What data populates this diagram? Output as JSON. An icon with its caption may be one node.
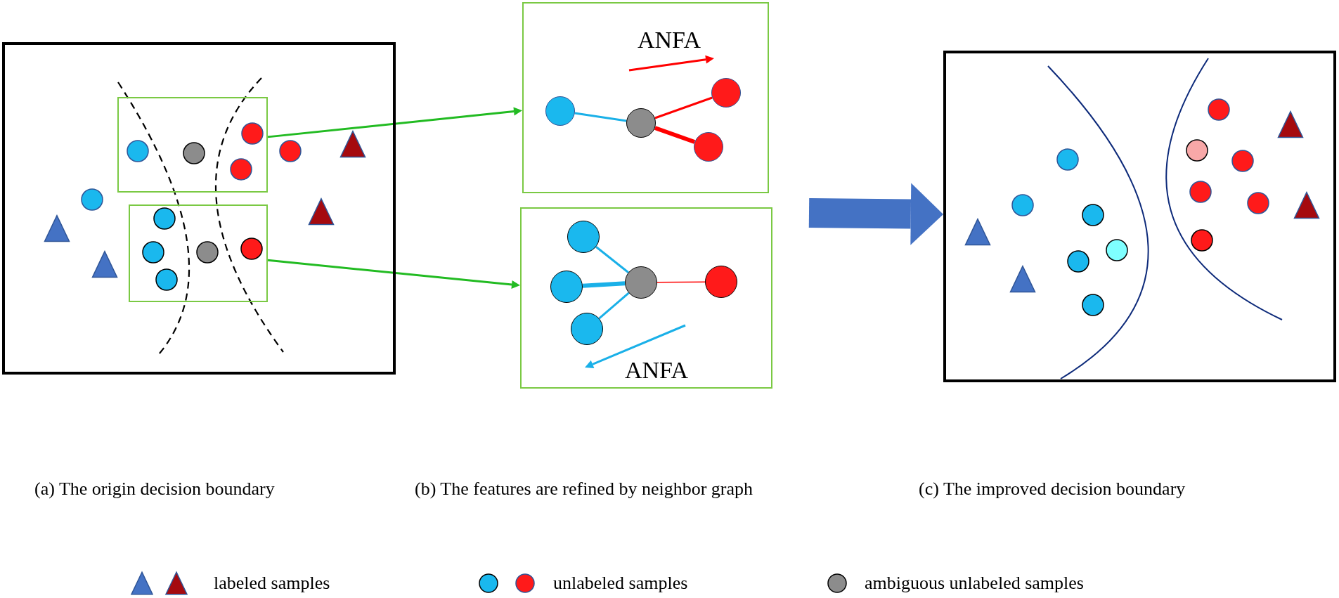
{
  "diagram": {
    "nodes": [
      {
        "text": [],
        "shape": "box"
      },
      {
        "text": [],
        "shape": "box",
        "in": 0
      },
      {
        "text": [],
        "shape": "box",
        "in": 0
      },
      {
        "text": [
          "ANFA"
        ]
      },
      {
        "text": [],
        "shape": "circle",
        "in": 3
      },
      {
        "text": [],
        "shape": "circle",
        "in": 3
      },
      {
        "text": [],
        "shape": "circle",
        "in": 3
      },
      {
        "text": [],
        "shape": "circle",
        "in": 3
      },
      {
        "text": [
          "ANFA"
        ]
      },
      {
        "text": [],
        "shape": "circle",
        "in": 8
      },
      {
        "text": [],
        "shape": "circle",
        "in": 8
      },
      {
        "text": [],
        "shape": "circle",
        "in": 8
      },
      {
        "text": [],
        "shape": "circle",
        "in": 8
      },
      {
        "text": [],
        "shape": "circle",
        "in": 8
      },
      {
        "text": [],
        "shape": "box"
      }
    ],
    "edges": [
      {
        "from": 1,
        "to": 3,
        "arrow": "to",
        "color": "#22bb22"
      },
      {
        "from": 2,
        "to": 8,
        "arrow": "to",
        "color": "#22bb22"
      },
      {
        "from": 4,
        "to": 5,
        "arrow": "none",
        "color": "#1ab0e8"
      },
      {
        "from": 5,
        "to": 6,
        "arrow": "none",
        "color": "#ff0000"
      },
      {
        "from": 5,
        "to": 7,
        "arrow": "none",
        "style": "thick",
        "color": "#ff0000"
      },
      {
        "from": 9,
        "to": 12,
        "arrow": "none",
        "color": "#1ab0e8"
      },
      {
        "from": 10,
        "to": 12,
        "arrow": "none",
        "style": "thick",
        "color": "#1ab0e8"
      },
      {
        "from": 11,
        "to": 12,
        "arrow": "none",
        "color": "#1ab0e8"
      },
      {
        "from": 12,
        "to": 13,
        "arrow": "none",
        "color": "#ff0000"
      },
      {
        "from": null,
        "to": 14,
        "arrow": "to",
        "style": "thick",
        "color": "#4472c4"
      }
    ],
    "labels": [
      "(a) The origin decision boundary",
      "(b) The features are refined by neighbor graph",
      "(c) The improved decision boundary"
    ],
    "legend": [
      {
        "text": "labeled samples"
      },
      {
        "text": "unlabeled samples"
      },
      {
        "text": "ambiguous unlabeled samples"
      }
    ]
  }
}
